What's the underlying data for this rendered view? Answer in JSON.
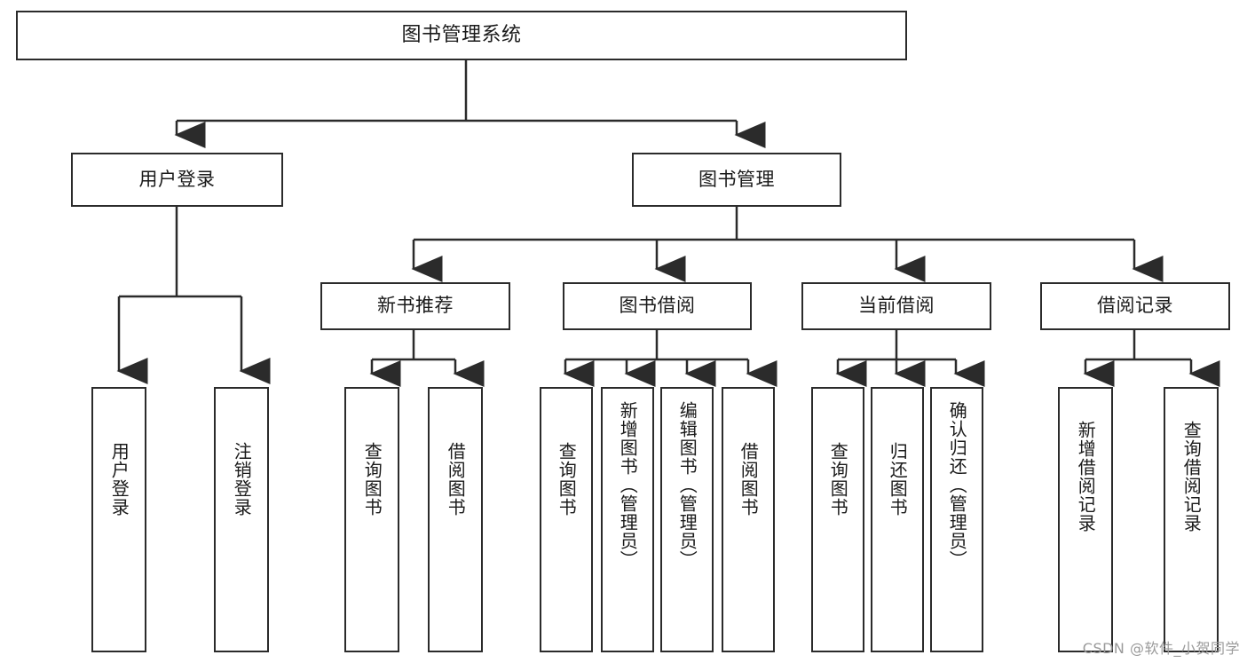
{
  "diagram": {
    "title": "图书管理系统",
    "type": "tree",
    "colors": {
      "stroke": "#2b2b2b",
      "fill": "#ffffff",
      "text": "#1a1a1a",
      "watermark": "#9a9a9a"
    },
    "root": {
      "label": "图书管理系统"
    },
    "level2": [
      {
        "label": "用户登录"
      },
      {
        "label": "图书管理"
      }
    ],
    "level3": [
      {
        "label": "新书推荐"
      },
      {
        "label": "图书借阅"
      },
      {
        "label": "当前借阅"
      },
      {
        "label": "借阅记录"
      }
    ],
    "leaves": {
      "user_login": [
        {
          "label": "用户登录"
        },
        {
          "label": "注销登录"
        }
      ],
      "new_book": [
        {
          "label": "查询图书"
        },
        {
          "label": "借阅图书"
        }
      ],
      "book_borrow": [
        {
          "label": "查询图书"
        },
        {
          "label": "新增图书（管理员）"
        },
        {
          "label": "编辑图书（管理员）"
        },
        {
          "label": "借阅图书"
        }
      ],
      "current_borrow": [
        {
          "label": "查询图书"
        },
        {
          "label": "归还图书"
        },
        {
          "label": "确认归还（管理员）"
        }
      ],
      "borrow_record": [
        {
          "label": "新增借阅记录"
        },
        {
          "label": "查询借阅记录"
        }
      ]
    }
  },
  "watermark": {
    "text": "CSDN @软件_小贺同学"
  }
}
